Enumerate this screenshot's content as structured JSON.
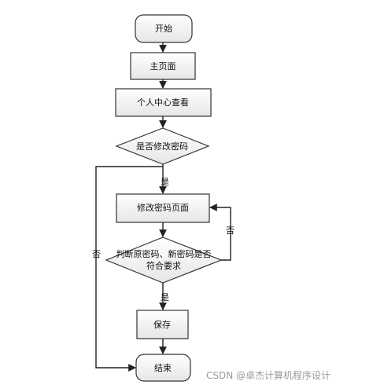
{
  "nodes": {
    "start": "开始",
    "home": "主页面",
    "personal_center": "个人中心查看",
    "change_pwd_q": "是否修改密码",
    "change_pwd_page": "修改密码页面",
    "check_line1": "判断原密码、新密码是否",
    "check_line2": "符合要求",
    "save": "保存",
    "end": "结束"
  },
  "edges": {
    "yes1": "是",
    "no_left": "否",
    "no_right": "否",
    "yes2": "是"
  },
  "watermark": "CSDN @卓杰计算机程序设计"
}
